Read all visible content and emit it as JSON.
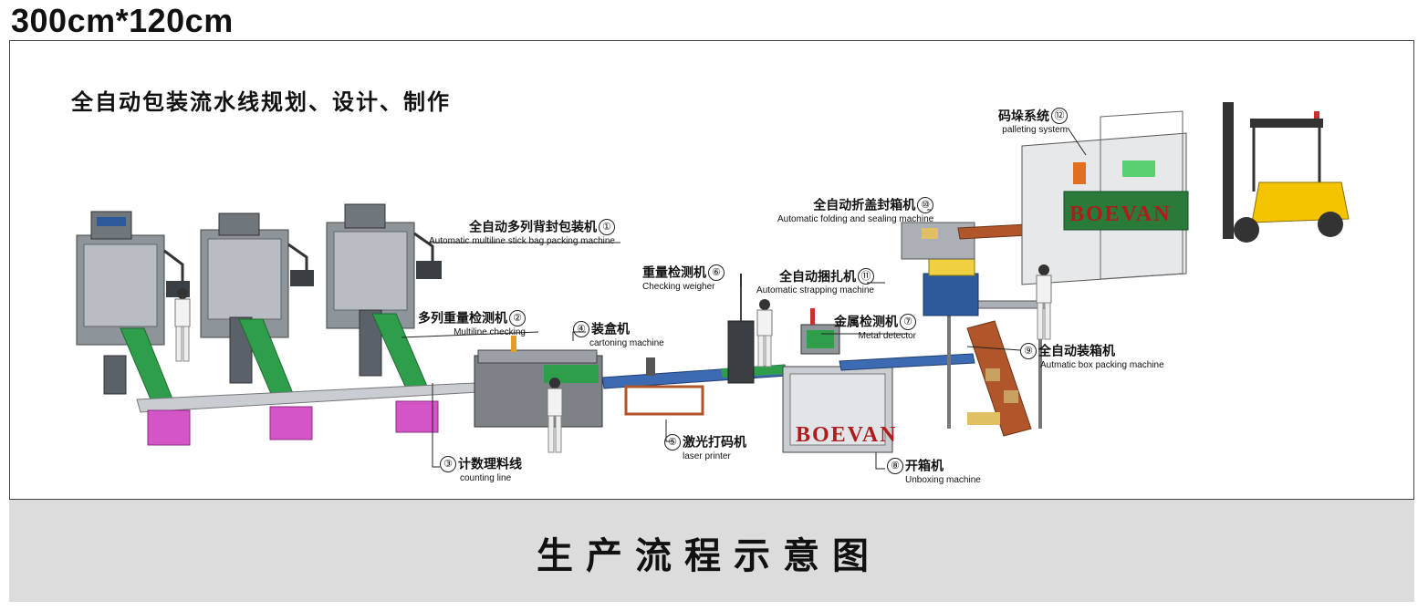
{
  "header": {
    "size": "300cm*120cm"
  },
  "diagram": {
    "title": "全自动包装流水线规划、设计、制作",
    "footer": "生产流程示意图",
    "brand_text": "BOEVAN",
    "brand_text_2": "BOEVAN",
    "colors": {
      "frame": "#444444",
      "footer_band": "#dcdcdc",
      "conveyor_green": "#2e9e4a",
      "bin_magenta": "#d455c8",
      "forklift_yellow": "#f5c400",
      "banner_green": "#2a7a3a",
      "brand_red": "#b01c1c"
    },
    "stations": [
      {
        "num": "①",
        "cn": "全自动多列背封包装机",
        "en": "Automatic  multiline stick bag packing machine"
      },
      {
        "num": "②",
        "cn": "多列重量检测机",
        "en": "Multiline checking"
      },
      {
        "num": "③",
        "cn": "计数理料线",
        "en": "counting line"
      },
      {
        "num": "④",
        "cn": "装盒机",
        "en": "cartoning machine"
      },
      {
        "num": "⑤",
        "cn": "激光打码机",
        "en": "laser printer"
      },
      {
        "num": "⑥",
        "cn": "重量检测机",
        "en": "Checking weigher"
      },
      {
        "num": "⑦",
        "cn": "金属检测机",
        "en": "Metal detector"
      },
      {
        "num": "⑧",
        "cn": "开箱机",
        "en": "Unboxing machine"
      },
      {
        "num": "⑨",
        "cn": "全自动装箱机",
        "en": "Autmatic box packing machine"
      },
      {
        "num": "⑩",
        "cn": "全自动折盖封箱机",
        "en": "Automatic folding and sealing machine"
      },
      {
        "num": "⑪",
        "cn": "全自动捆扎机",
        "en": "Automatic strapping machine"
      },
      {
        "num": "⑫",
        "cn": "码垛系统",
        "en": "palleting system"
      }
    ]
  }
}
